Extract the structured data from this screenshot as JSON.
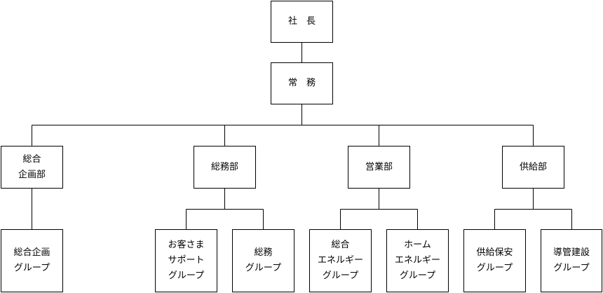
{
  "org_chart": {
    "president": "社　長",
    "executive": "常　務",
    "departments": [
      {
        "name": "総合\n企画部",
        "groups": [
          "総合企画\nグループ"
        ]
      },
      {
        "name": "総務部",
        "groups": [
          "お客さま\nサポート\nグループ",
          "総務\nグループ"
        ]
      },
      {
        "name": "営業部",
        "groups": [
          "総合\nエネルギー\nグループ",
          "ホーム\nエネルギー\nグループ"
        ]
      },
      {
        "name": "供給部",
        "groups": [
          "供給保安\nグループ",
          "導管建設\nグループ"
        ]
      }
    ]
  }
}
